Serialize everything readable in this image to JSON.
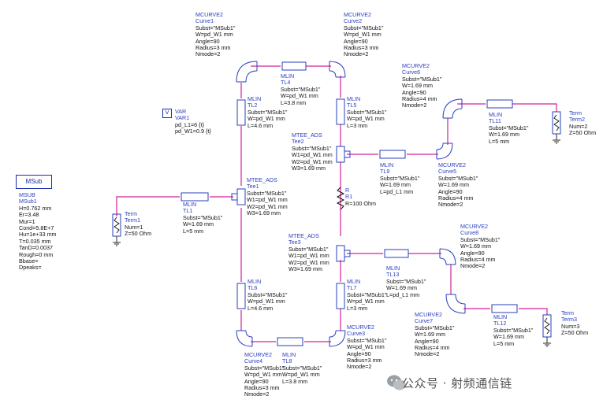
{
  "msub_box": "MSub",
  "msub": [
    "MSUB",
    "MSub1",
    "H=0.762 mm",
    "Er=3.48",
    "Mur=1",
    "Cond=5.8E+7",
    "Hu=1e+33 mm",
    "T=0.035 mm",
    "TanD=0.0037",
    "Rough=0 mm",
    "Bbase=",
    "Dpeaks="
  ],
  "var": [
    "VAR",
    "VAR1",
    "pd_L1=6 {t}",
    "pd_W1=0.9 {t}"
  ],
  "var_icon": "V",
  "term1": [
    "Term",
    "Term1",
    "Num=1",
    "Z=50 Ohm"
  ],
  "term2": [
    "Term",
    "Term2",
    "Num=2",
    "Z=50 Ohm"
  ],
  "term3": [
    "Term",
    "Term3",
    "Num=3",
    "Z=50 Ohm"
  ],
  "tl1": [
    "MLIN",
    "TL1",
    "Subst=\"MSub1\"",
    "W=1.69 mm",
    "L=5 mm"
  ],
  "tl2": [
    "MLIN",
    "TL2",
    "Subst=\"MSub1\"",
    "W=pd_W1 mm",
    "L=4.6 mm"
  ],
  "tl4": [
    "MLIN",
    "TL4",
    "Subst=\"MSub1\"",
    "W=pd_W1 mm",
    "L=3.8 mm"
  ],
  "tl5": [
    "MLIN",
    "TL5",
    "Subst=\"MSub1\"",
    "W=pd_W1 mm",
    "L=3 mm"
  ],
  "tl6": [
    "MLIN",
    "TL6",
    "Subst=\"MSub1\"",
    "W=pd_W1 mm",
    "L=4.6 mm"
  ],
  "tl7": [
    "MLIN",
    "TL7",
    "Subst=\"MSub1\"",
    "W=pd_W1 mm",
    "L=3 mm"
  ],
  "tl8": [
    "MLIN",
    "TL8",
    "Subst=\"MSub1\"",
    "W=pd_W1 mm",
    "L=3.8 mm"
  ],
  "tl9": [
    "MLIN",
    "TL9",
    "Subst=\"MSub1\"",
    "W=1.69 mm",
    "L=pd_L1 mm"
  ],
  "tl11": [
    "MLIN",
    "TL11",
    "Subst=\"MSub1\"",
    "W=1.69 mm",
    "L=5 mm"
  ],
  "tl12": [
    "MLIN",
    "TL12",
    "Subst=\"MSub1\"",
    "W=1.69 mm",
    "L=5 mm"
  ],
  "tl13": [
    "MLIN",
    "TL13",
    "Subst=\"MSub1\"",
    "W=1.69 mm",
    "L=pd_L1 mm"
  ],
  "curve1": [
    "MCURVE2",
    "Curve1",
    "Subst=\"MSub1\"",
    "W=pd_W1 mm",
    "Angle=90",
    "Radius=3 mm",
    "Nmode=2"
  ],
  "curve2": [
    "MCURVE2",
    "Curve2",
    "Subst=\"MSub1\"",
    "W=pd_W1 mm",
    "Angle=90",
    "Radius=3 mm",
    "Nmode=2"
  ],
  "curve3": [
    "MCURVE2",
    "Curve3",
    "Subst=\"MSub1\"",
    "W=pd_W1 mm",
    "Angle=90",
    "Radius=3 mm",
    "Nmode=2"
  ],
  "curve4": [
    "MCURVE2",
    "Curve4",
    "Subst=\"MSub1\"",
    "W=pd_W1 mm",
    "Angle=90",
    "Radius=3 mm",
    "Nmode=2"
  ],
  "curve5": [
    "MCURVE2",
    "Curve5",
    "Subst=\"MSub1\"",
    "W=1.69 mm",
    "Angle=90",
    "Radius=4 mm",
    "Nmode=2"
  ],
  "curve6": [
    "MCURVE2",
    "Curve6",
    "Subst=\"MSub1\"",
    "W=1.69 mm",
    "Angle=90",
    "Radius=4 mm",
    "Nmode=2"
  ],
  "curve7": [
    "MCURVE2",
    "Curve7",
    "Subst=\"MSub1\"",
    "W=1.69 mm",
    "Angle=90",
    "Radius=4 mm",
    "Nmode=2"
  ],
  "curve8": [
    "MCURVE2",
    "Curve8",
    "Subst=\"MSub1\"",
    "W=1.69 mm",
    "Angle=90",
    "Radius=4 mm",
    "Nmode=2"
  ],
  "tee1": [
    "MTEE_ADS",
    "Tee1",
    "Subst=\"MSub1\"",
    "W1=pd_W1 mm",
    "W2=pd_W1 mm",
    "W3=1.69 mm"
  ],
  "tee2": [
    "MTEE_ADS",
    "Tee2",
    "Subst=\"MSub1\"",
    "W1=pd_W1 mm",
    "W2=pd_W1 mm",
    "W3=1.69 mm"
  ],
  "tee3": [
    "MTEE_ADS",
    "Tee3",
    "Subst=\"MSub1\"",
    "W1=pd_W1 mm",
    "W2=pd_W1 mm",
    "W3=1.69 mm"
  ],
  "r1": [
    "R",
    "R1",
    "R=100 Ohm"
  ],
  "watermark": "公众号 · 射频通信链",
  "colors": {
    "component": "#2a3fbf",
    "wire": "#d6209a",
    "ink": "#111111"
  }
}
